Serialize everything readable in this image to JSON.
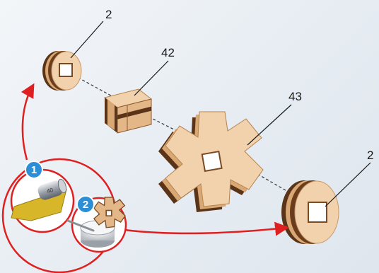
{
  "callouts": {
    "spacer_top": "2",
    "block": "42",
    "gear": "43",
    "spacer_right": "2"
  },
  "steps": {
    "step_1": "1",
    "step_2": "2"
  },
  "sandpaper_roll_label": "40",
  "colors": {
    "wood_light": "#f1d2ad",
    "wood_mid": "#d9a874",
    "wood_dark": "#5a3418",
    "arrow_red": "#e02020",
    "badge_blue": "#2c8fd6"
  }
}
